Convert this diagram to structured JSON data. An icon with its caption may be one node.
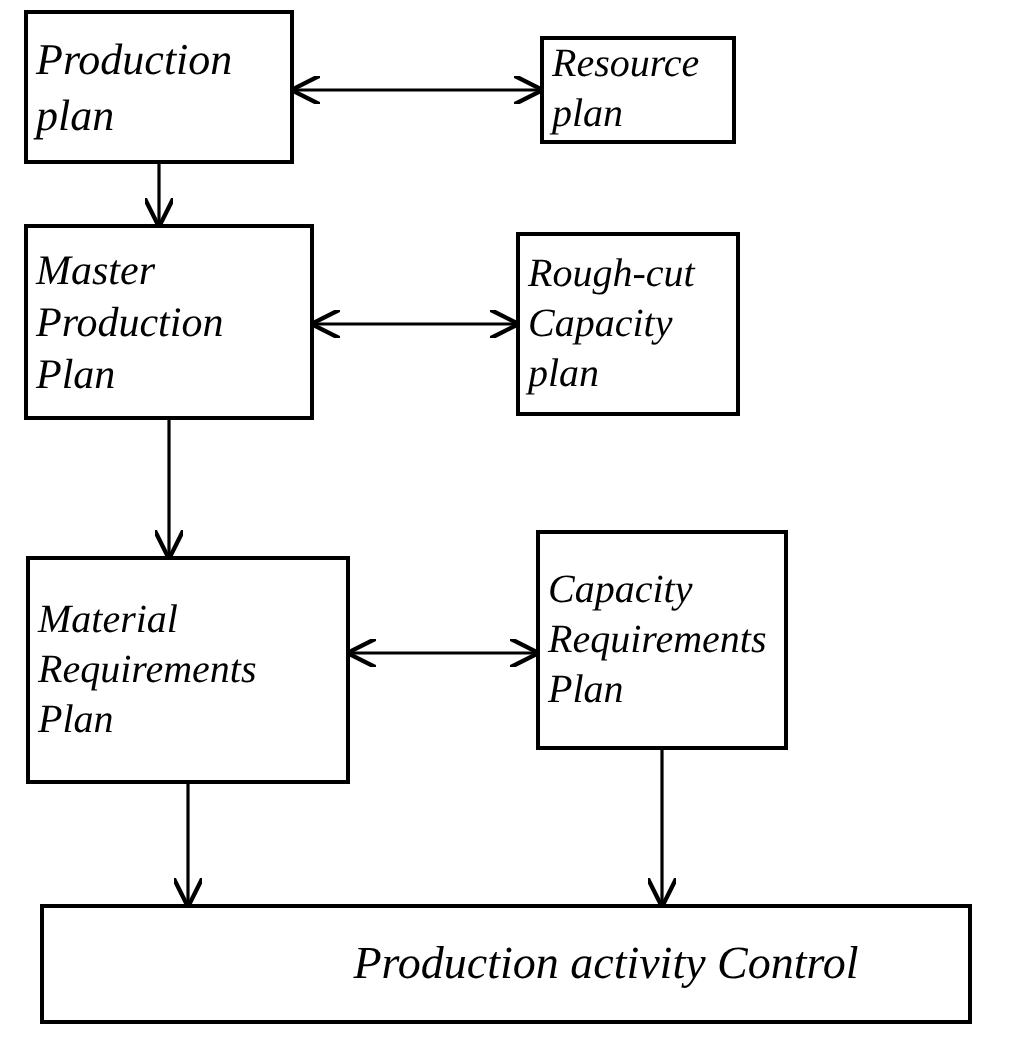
{
  "diagram": {
    "nodes": [
      {
        "text": [
          "Production plan"
        ]
      },
      {
        "text": [
          "Resource plan"
        ]
      },
      {
        "text": [
          "Master Production Plan"
        ]
      },
      {
        "text": [
          "Rough-cut Capacity plan"
        ]
      },
      {
        "text": [
          "Material Requirements Plan"
        ]
      },
      {
        "text": [
          "Capacity Requirements Plan"
        ]
      },
      {
        "text": [
          "Production activity Control"
        ]
      }
    ],
    "edges": [
      {
        "from": 0,
        "to": 1,
        "arrow": "both"
      },
      {
        "from": 0,
        "to": 2,
        "arrow": "to"
      },
      {
        "from": 2,
        "to": 3,
        "arrow": "both"
      },
      {
        "from": 2,
        "to": 4,
        "arrow": "to"
      },
      {
        "from": 4,
        "to": 5,
        "arrow": "both"
      },
      {
        "from": 4,
        "to": 6,
        "arrow": "to"
      },
      {
        "from": 5,
        "to": 6,
        "arrow": "to"
      }
    ]
  }
}
